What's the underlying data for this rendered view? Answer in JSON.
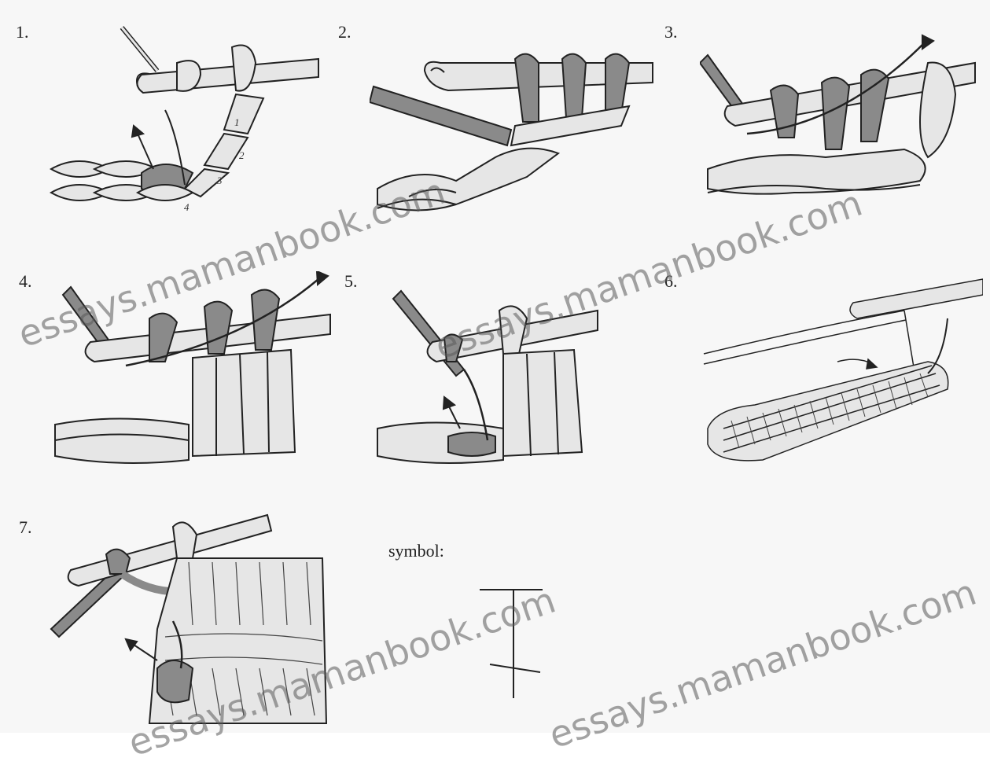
{
  "steps": [
    {
      "label": "1."
    },
    {
      "label": "2."
    },
    {
      "label": "3."
    },
    {
      "label": "4."
    },
    {
      "label": "5."
    },
    {
      "label": "6."
    },
    {
      "label": "7."
    }
  ],
  "chain_numbers": [
    "1",
    "2",
    "3",
    "4"
  ],
  "symbol_label": "symbol:",
  "watermark": "essays.mamanbook.com",
  "colors": {
    "yarn_fill": "#e6e6e6",
    "yarn_dark": "#8a8a8a",
    "line": "#222222"
  }
}
